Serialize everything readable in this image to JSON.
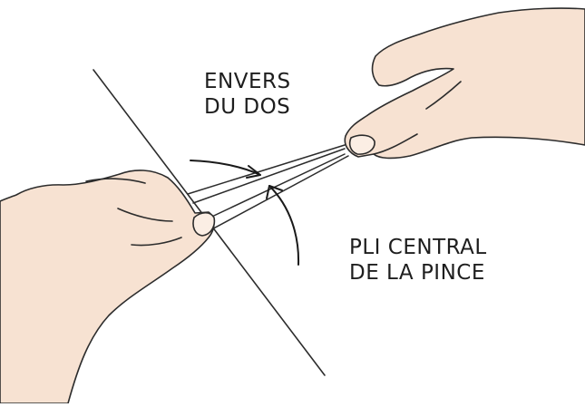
{
  "labels": {
    "envers_line1": "ENVERS",
    "envers_line2": "DU DOS",
    "pli_line1": "PLI CENTRAL",
    "pli_line2": "DE LA PINCE"
  },
  "colors": {
    "skin": "#f7e2d2",
    "outline": "#2c2c2c",
    "text": "#1e1e1e",
    "background": "#ffffff"
  }
}
